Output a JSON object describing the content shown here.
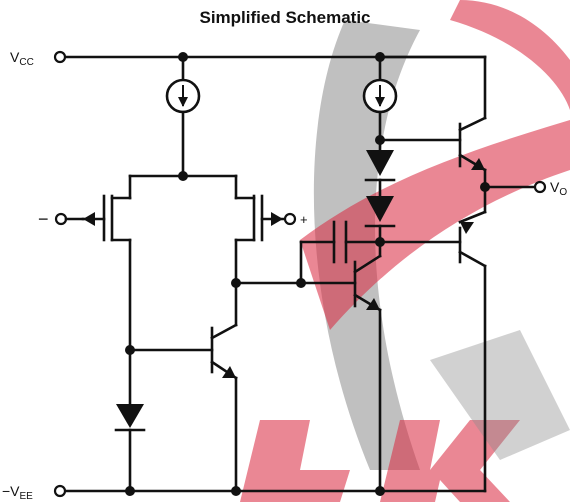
{
  "title": "Simplified Schematic",
  "terminals": {
    "vcc": {
      "base": "V",
      "sub": "CC"
    },
    "vee": {
      "base": "−V",
      "sub": "EE"
    },
    "vo": {
      "base": "V",
      "sub": "O"
    },
    "inverting": "−",
    "noninverting": "+"
  },
  "watermark": {
    "color": "#d9243d",
    "secondary_color": "#7a7a7a"
  }
}
